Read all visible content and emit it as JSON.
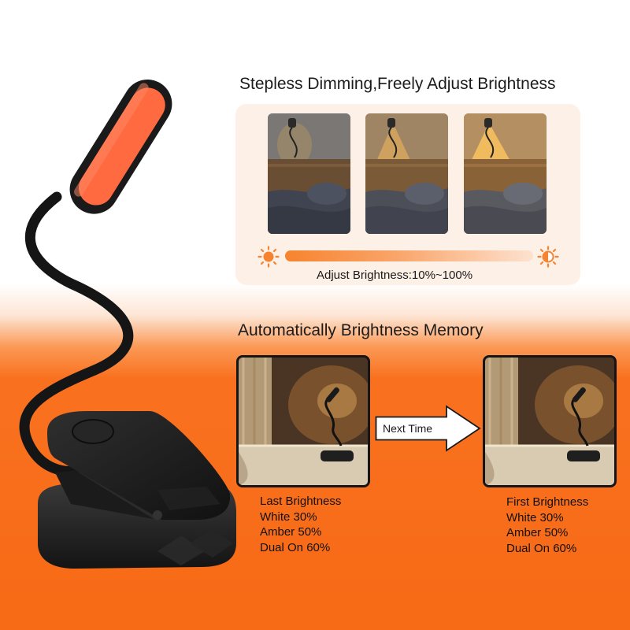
{
  "dimming": {
    "heading": "Stepless Dimming,Freely Adjust Brightness",
    "caption": "Adjust Brightness:10%~100%"
  },
  "memory": {
    "heading": "Automatically Brightness Memory",
    "next_label": "Next Time",
    "last": {
      "title": "Last Brightness",
      "white": "White 30%",
      "amber": "Amber 50%",
      "dual": "Dual On 60%"
    },
    "first": {
      "title": "First Brightness",
      "white": "White 30%",
      "amber": "Amber 50%",
      "dual": "Dual On 60%"
    }
  },
  "colors": {
    "accent_orange": "#f76a16",
    "lamp_light": "#ff6a3d",
    "panel_bg": "#fdf0e7"
  },
  "icons": {
    "low_brightness": "sun-icon",
    "high_brightness": "half-sun-icon",
    "arrow": "right-arrow-icon"
  }
}
